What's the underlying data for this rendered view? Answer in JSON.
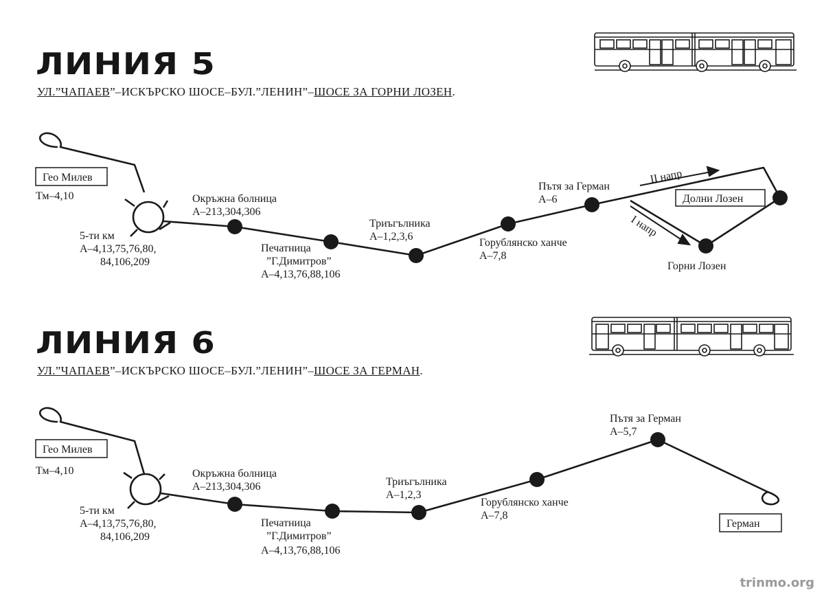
{
  "line5": {
    "title": "ЛИНИЯ  5",
    "route": [
      "УЛ.”",
      "ЧАПАЕВ",
      "”–ИСКЪРСКО ШОСЕ–БУЛ.”ЛЕНИН”–",
      "ШОСЕ ЗА ГОРНИ ЛОЗЕН",
      "."
    ],
    "stops": {
      "geo_milev": "Гео Милев",
      "geo_milev_lines": "Тм–4,10",
      "km5": "5-ти км",
      "km5_lines_1": "А–4,13,75,76,80,",
      "km5_lines_2": "84,106,209",
      "okrazhna": "Окръжна болница",
      "okrazhna_lines": "А–213,304,306",
      "pechatnitsa": "Печатница",
      "pechatnitsa_2": "”Г.Димитров”",
      "pechatnitsa_lines": "А–4,13,76,88,106",
      "triagalnika": "Триъгълника",
      "triagalnika_lines": "А–1,2,3,6",
      "gorubliansko": "Горублянско ханче",
      "gorubliansko_lines": "А–7,8",
      "patya_german": "Пътя за Герман",
      "patya_german_lines": "А–6",
      "dolni_lozen": "Долни Лозен",
      "gorni_lozen": "Горни Лозен",
      "dir_ii": "II  напр",
      "dir_i": "I  напр"
    }
  },
  "line6": {
    "title": "ЛИНИЯ  6",
    "route": [
      "УЛ.”",
      "ЧАПАЕВ",
      "”–ИСКЪРСКО ШОСЕ–БУЛ.”ЛЕНИН”–",
      "ШОСЕ ЗА ГЕРМАН",
      "."
    ],
    "stops": {
      "geo_milev": "Гео Милев",
      "geo_milev_lines": "Тм–4,10",
      "km5": "5-ти км",
      "km5_lines_1": "А–4,13,75,76,80,",
      "km5_lines_2": "84,106,209",
      "okrazhna": "Окръжна болница",
      "okrazhna_lines": "А–213,304,306",
      "pechatnitsa": "Печатница",
      "pechatnitsa_2": "”Г.Димитров”",
      "pechatnitsa_lines": "А–4,13,76,88,106",
      "triagalnika": "Триъгълника",
      "triagalnika_lines": "А–1,2,3",
      "gorubliansko": "Горублянско ханче",
      "gorubliansko_lines": "А–7,8",
      "patya_german": "Пътя за Герман",
      "patya_german_lines": "А–5,7",
      "german": "Герман"
    }
  },
  "watermark": "trinmo.org",
  "icons": [
    "articulated-bus-icon"
  ],
  "colors": {
    "ink": "#1a1a1a",
    "paper": "#ffffff",
    "watermark": "#9a9a9a"
  }
}
